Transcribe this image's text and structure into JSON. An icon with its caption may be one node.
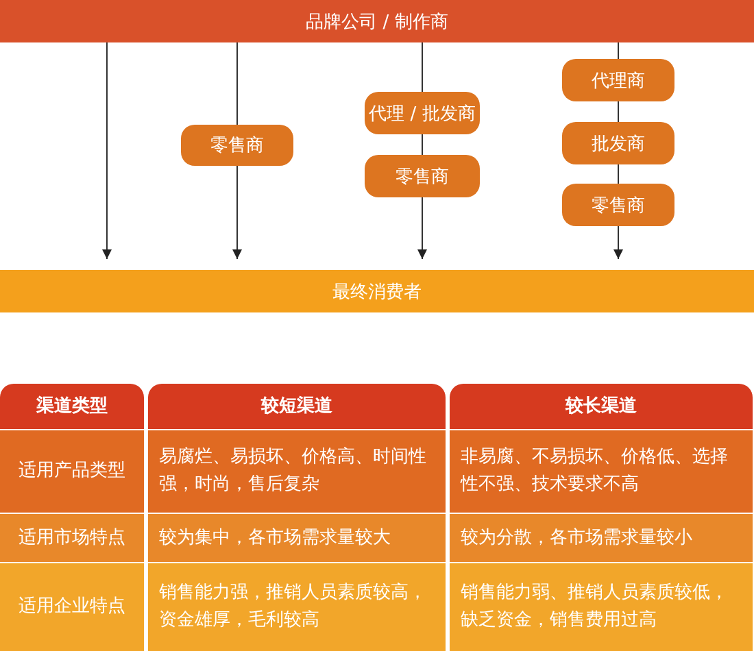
{
  "diagram": {
    "nodes": [
      {
        "text": [
          "品牌公司 / 制作商"
        ]
      },
      {
        "text": [
          "零售商"
        ]
      },
      {
        "text": [
          "代理 / 批发商"
        ]
      },
      {
        "text": [
          "零售商"
        ]
      },
      {
        "text": [
          "代理商"
        ]
      },
      {
        "text": [
          "批发商"
        ]
      },
      {
        "text": [
          "零售商"
        ]
      },
      {
        "text": [
          "最终消费者"
        ]
      }
    ],
    "edges": [
      {
        "from": 0,
        "to": 7,
        "arrow": "to"
      },
      {
        "from": 0,
        "to": 1,
        "arrow": "none"
      },
      {
        "from": 1,
        "to": 7,
        "arrow": "to"
      },
      {
        "from": 0,
        "to": 2,
        "arrow": "none"
      },
      {
        "from": 2,
        "to": 3,
        "arrow": "none"
      },
      {
        "from": 3,
        "to": 7,
        "arrow": "to"
      },
      {
        "from": 0,
        "to": 4,
        "arrow": "none"
      },
      {
        "from": 4,
        "to": 5,
        "arrow": "none"
      },
      {
        "from": 5,
        "to": 6,
        "arrow": "none"
      },
      {
        "from": 6,
        "to": 7,
        "arrow": "to"
      }
    ],
    "labels": [
      "渠道类型",
      "较短渠道",
      "较长渠道",
      "适用产品类型",
      "易腐烂、易损坏、价格高、时间性强，时尚，售后复杂",
      "非易腐、不易损坏、价格低、选择性不强、技术要求不高",
      "适用市场特点",
      "较为集中，各市场需求量较大",
      "较为分散，各市场需求量较小",
      "适用企业特点",
      "销售能力强，推销人员素质较高，资金雄厚，毛利较高",
      "销售能力弱、推销人员素质较低，缺乏资金，销售费用过高"
    ]
  }
}
